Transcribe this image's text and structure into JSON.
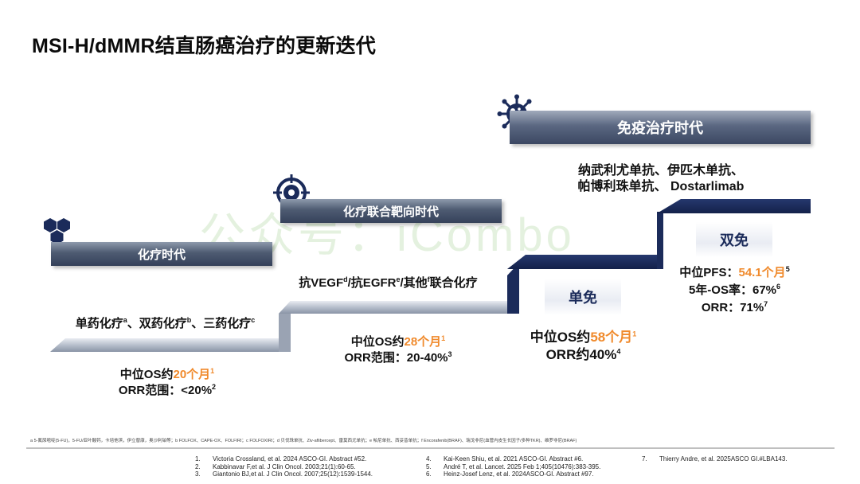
{
  "title": "MSI-H/dMMR结直肠癌治疗的更新迭代",
  "watermark": "公众号：iCombo",
  "eras": {
    "chemo": {
      "banner": "化疗时代",
      "desc_parts": [
        "单药化疗",
        "a",
        "、双药化疗",
        "b",
        "、三药化疗",
        "c"
      ],
      "os_prefix": "中位OS约",
      "os_value": "20个月",
      "os_sup": "1",
      "orr": "ORR范围：<20%",
      "orr_sup": "2"
    },
    "chemo_target": {
      "banner": "化疗联合靶向时代",
      "desc_parts": [
        "抗VEGF",
        "d",
        "/抗EGFR",
        "e",
        "/其他",
        "f",
        "联合化疗"
      ],
      "os_prefix": "中位OS约",
      "os_value": "28个月",
      "os_sup": "1",
      "orr": "ORR范围：20-40%",
      "orr_sup": "3"
    },
    "immuno": {
      "banner": "免疫治疗时代",
      "drugs_line1": "纳武利尤单抗、伊匹木单抗、",
      "drugs_line2": "帕博利珠单抗、 Dostarlimab",
      "mono": {
        "label": "单免",
        "os_prefix": "中位OS约",
        "os_value": "58个月",
        "os_sup": "1",
        "orr": "ORR约40%",
        "orr_sup": "4"
      },
      "dual": {
        "label": "双免",
        "pfs_prefix": "中位PFS：",
        "pfs_value": "54.1个月",
        "pfs_sup": "5",
        "os5": "5年-OS率：67%",
        "os5_sup": "6",
        "orr": "ORR：71%",
        "orr_sup": "7"
      }
    }
  },
  "footnote": "a 5-氟尿嘧啶(5-FU)，5-FU/亚叶酸钙，卡培他滨，伊立替康，奥沙利铂等；b FOLFOX、CAPE-OX、FOLFIRI；c FOLFOXIRI；d 贝伐珠单抗、Ziv-aflibercept、雷莫西尤单抗；e 帕尼单抗、西妥昔单抗；f Encorafenib(BRAF)、瑞戈非尼(血管内皮生长因子/多种TKR)、维罗非尼(BRAF)",
  "references": {
    "col1": [
      {
        "n": "1.",
        "text": "Victoria Crossland, et al. 2024 ASCO-GI. Abstract #52."
      },
      {
        "n": "2.",
        "text": "Kabbinavar F,et al. J Clin Oncol. 2003;21(1):60-65."
      },
      {
        "n": "3.",
        "text": "Giantonio BJ,et al. J Clin Oncol. 2007;25(12):1539-1544."
      }
    ],
    "col2": [
      {
        "n": "4.",
        "text": "Kai-Keen Shiu, et al. 2021 ASCO-GI. Abstract #6."
      },
      {
        "n": "5.",
        "text": "André T, et al. Lancet. 2025 Feb 1;405(10476):383-395."
      },
      {
        "n": "6.",
        "text": "Heinz-Josef Lenz, et al. 2024ASCO-GI. Abstract #97."
      }
    ],
    "col3": [
      {
        "n": "7.",
        "text": "Thierry Andre, et al. 2025ASCO GI.#LBA143."
      }
    ]
  },
  "colors": {
    "navy": "#1b2b5a",
    "orange": "#f08a2c",
    "banner": "#4e5b72"
  },
  "icons": {
    "chemo": "molecule-hexagon-icon",
    "target": "crosshair-target-icon",
    "immuno": "virus-icon"
  }
}
